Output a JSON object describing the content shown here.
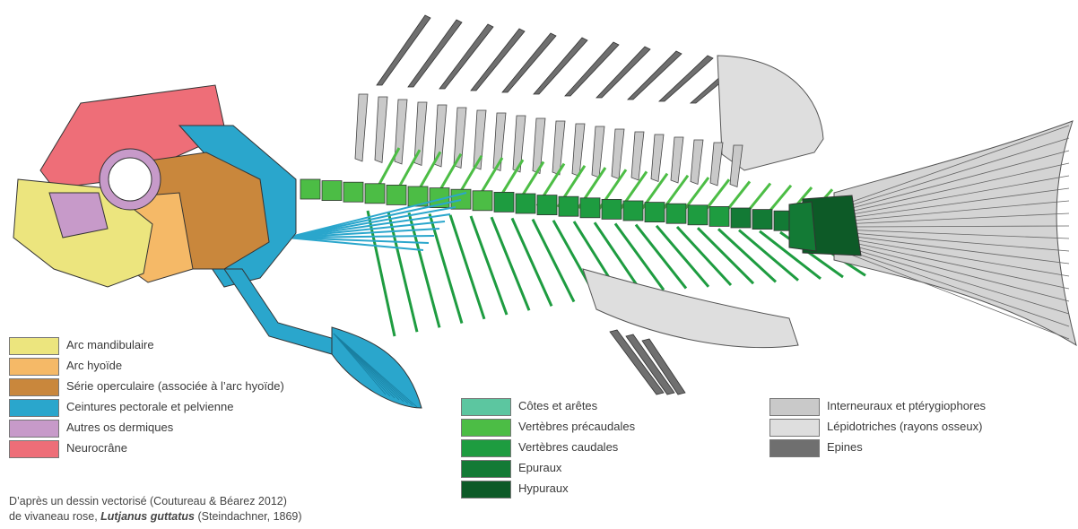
{
  "legend_left": [
    {
      "label": "Arc mandibulaire",
      "color": "#ece57e"
    },
    {
      "label": "Arc hyoïde",
      "color": "#f5b967"
    },
    {
      "label": "Série operculaire (associée à l’arc hyoïde)",
      "color": "#c9873c"
    },
    {
      "label": "Ceintures pectorale et pelvienne",
      "color": "#2aa6cc"
    },
    {
      "label": "Autres os dermiques",
      "color": "#c79ac9"
    },
    {
      "label": "Neurocrâne",
      "color": "#ee6e78"
    }
  ],
  "legend_mid": [
    {
      "label": "Côtes et arêtes",
      "color": "#5cc6a0"
    },
    {
      "label": "Vertèbres précaudales",
      "color": "#4cbd45"
    },
    {
      "label": "Vertèbres caudales",
      "color": "#1e9c40"
    },
    {
      "label": "Epuraux",
      "color": "#137a35"
    },
    {
      "label": "Hypuraux",
      "color": "#0d5a27"
    }
  ],
  "legend_right": [
    {
      "label": "Interneuraux et ptérygiophores",
      "color": "#c9c9c9"
    },
    {
      "label": "Lépidotriches (rayons osseux)",
      "color": "#dedede"
    },
    {
      "label": "Epines",
      "color": "#6f6f6f"
    }
  ],
  "credit": {
    "line1": "D’après un dessin vectorisé (Coutureau & Béarez 2012)",
    "line2_prefix": "de vivaneau rose, ",
    "line2_species": "Lutjanus guttatus",
    "line2_suffix": " (Steindachner, 1869)"
  }
}
